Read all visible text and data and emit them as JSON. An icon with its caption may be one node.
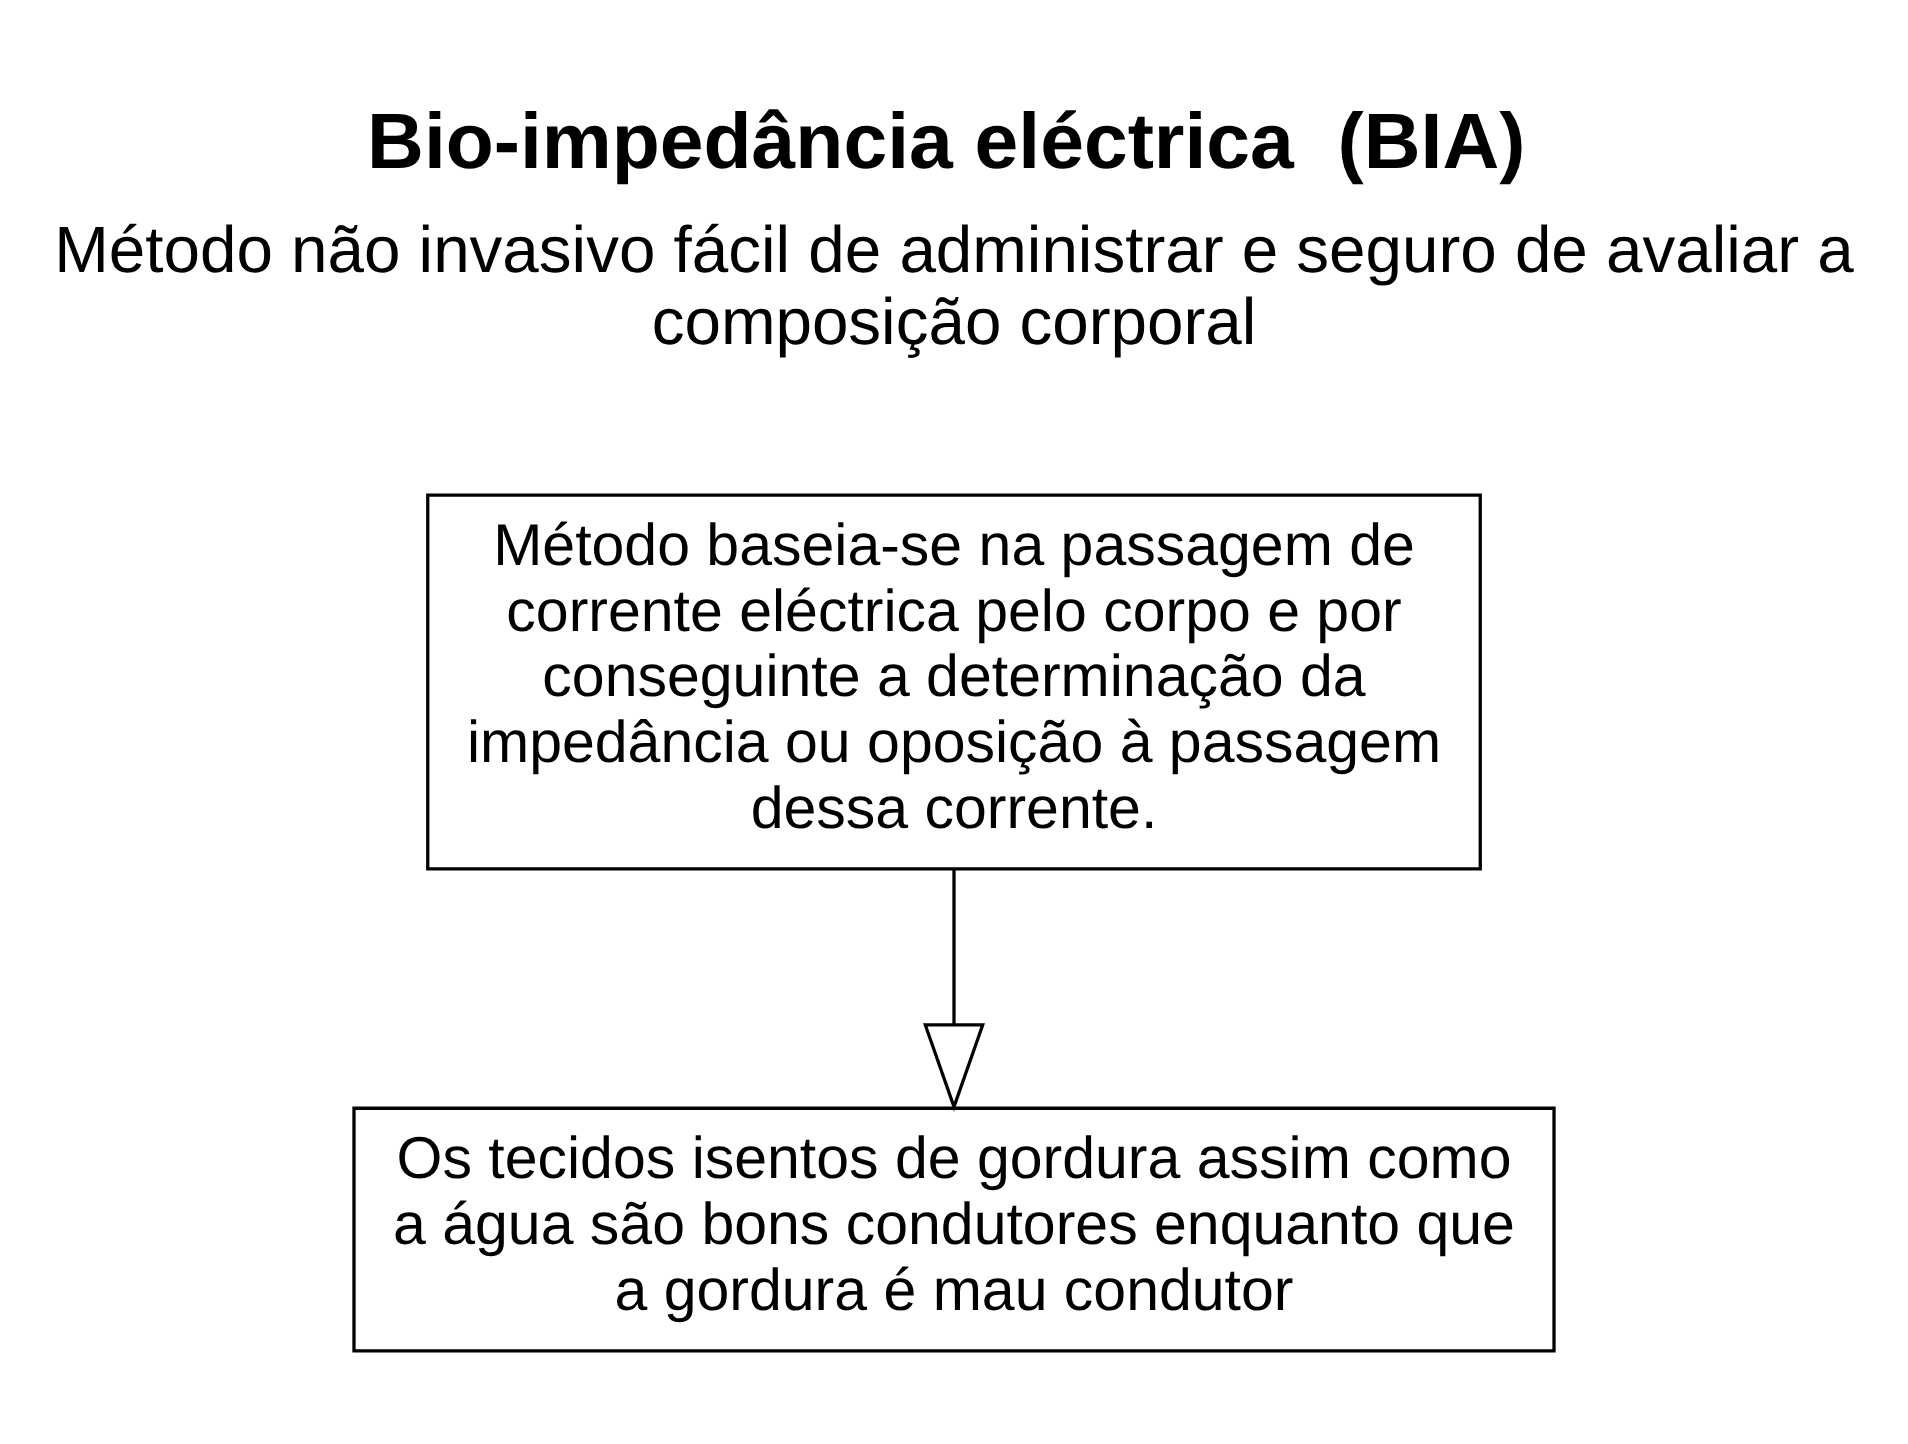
{
  "diagram": {
    "title": "Bio-impedância eléctrica  (BIA)",
    "nodes": [
      {
        "text": [
          "Método baseia-se na passagem de corrente eléctrica pelo corpo e por conseguinte a determinação da impedância ou oposição à passagem dessa corrente."
        ]
      },
      {
        "text": [
          "Os tecidos isentos de gordura assim como a água são bons condutores enquanto que a gordura é mau condutor"
        ]
      }
    ],
    "edges": [
      {
        "from": 0,
        "to": 1,
        "arrow": "to"
      }
    ],
    "labels": [
      "Método não invasivo fácil de administrar e seguro de avaliar a composição corporal"
    ]
  }
}
